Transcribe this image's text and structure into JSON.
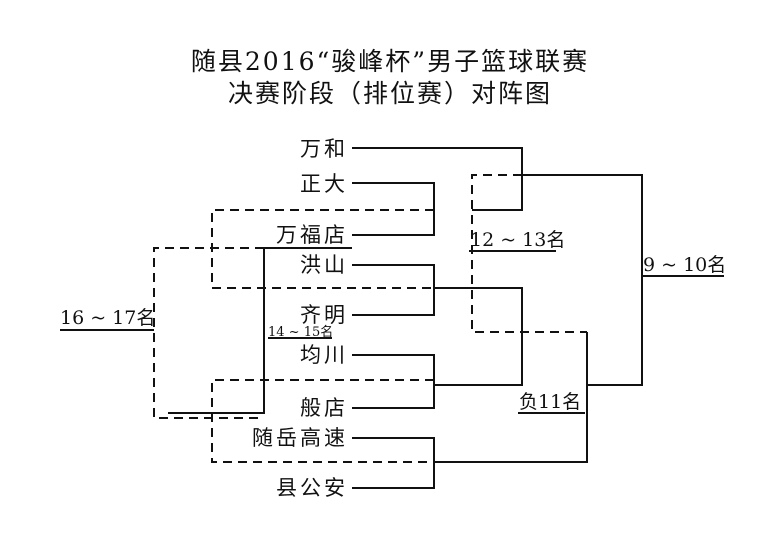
{
  "title": {
    "line1": "随县2016“骏峰杯”男子篮球联赛",
    "line2": "决赛阶段（排位赛）对阵图"
  },
  "teams": [
    "万和",
    "正大",
    "万福店",
    "洪山",
    "齐明",
    "均川",
    "般店",
    "随岳高速",
    "县公安"
  ],
  "ranks": {
    "r16_17": "16 ~ 17名",
    "r14_15": "14 ~ 15名",
    "r12_13": "12 ~ 13名",
    "loser11": "负11名",
    "r9_10": "9 ~ 10名"
  },
  "line_styles": {
    "winner_path": "solid",
    "loser_path": "dashed"
  }
}
